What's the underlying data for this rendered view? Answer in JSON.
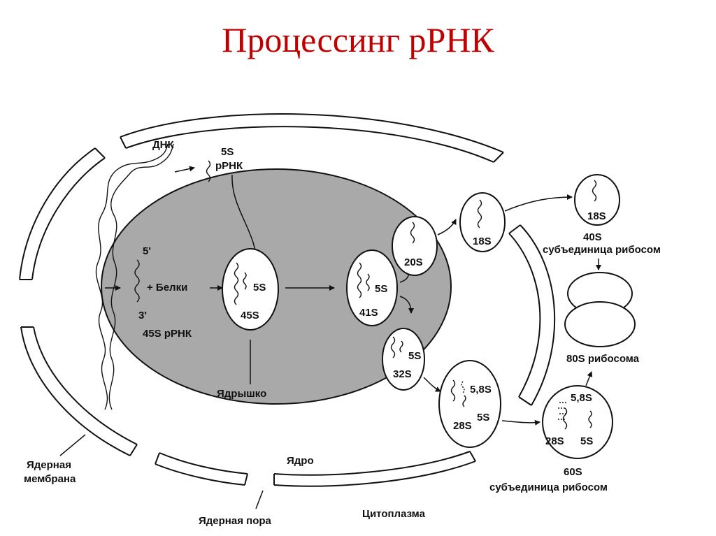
{
  "title": "Процессинг рРНК",
  "labels": {
    "dna": "ДНК",
    "s5_top_a": "5S",
    "s5_top_b": "рРНК",
    "prime5": "5'",
    "prime3": "3'",
    "plus_proteins": "+ Белки",
    "rrna45": "45S рРНК",
    "c1_5s": "5S",
    "c1_45s": "45S",
    "c2_5s": "5S",
    "c2_41s": "41S",
    "c3_20s": "20S",
    "c4_18s": "18S",
    "c5_5s": "5S",
    "c5_32s": "32S",
    "c6_58s": "5,8S",
    "c6_5s": "5S",
    "c6_28s": "28S",
    "c7_18s": "18S",
    "s40": "40S",
    "small_sub": "субъединица рибосом",
    "ribo80": "80S рибосома",
    "c8_58s": "5,8S",
    "c8_28s": "28S",
    "c8_5s": "5S",
    "s60": "60S",
    "large_sub": "субъединица рибосом",
    "nucleolus": "Ядрышко",
    "nucleus": "Ядро",
    "membrane_a": "Ядерная",
    "membrane_b": "мембрана",
    "pore": "Ядерная пора",
    "cytoplasm": "Цитоплазма"
  },
  "colors": {
    "title": "#c00000",
    "nucleolus_fill": "#a9a9a9",
    "ink": "#111111"
  }
}
